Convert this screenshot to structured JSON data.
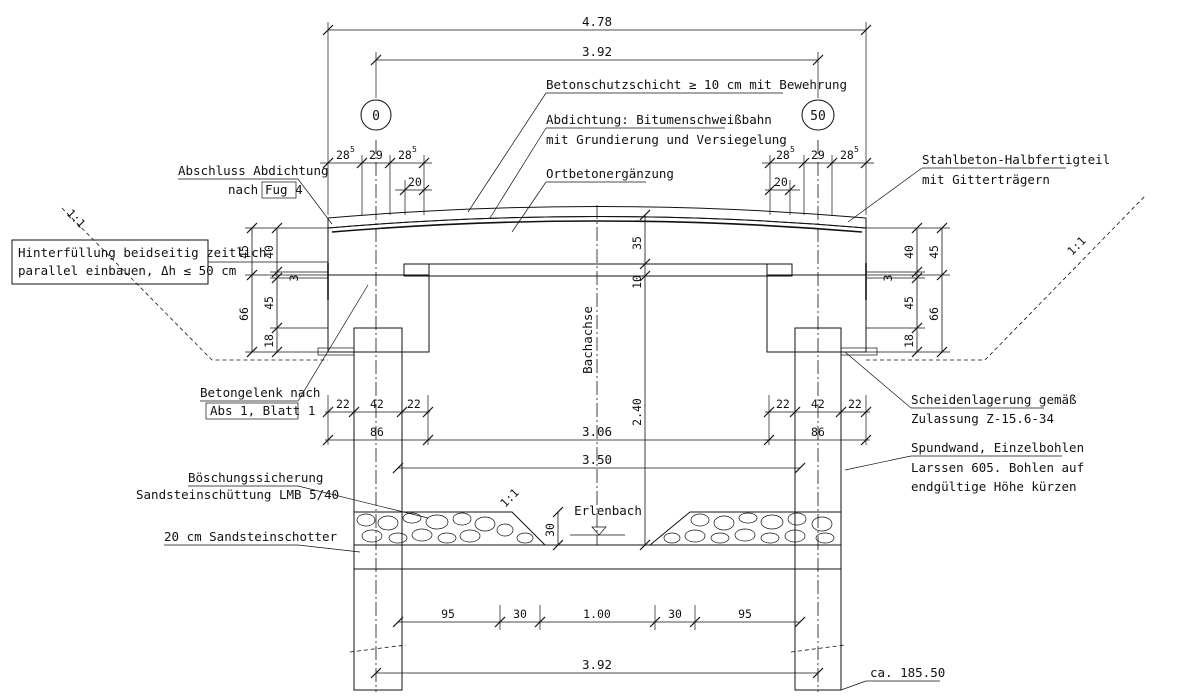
{
  "dimensions": {
    "overall_width": "4.78",
    "span": "3.92",
    "abutment_left": [
      "28",
      "29",
      "28"
    ],
    "abutment_right": [
      "28",
      "29",
      "28"
    ],
    "superscript": "5",
    "bearing_offset": "20",
    "left_heights": [
      "45",
      "40",
      "3",
      "45",
      "66",
      "18"
    ],
    "right_heights": [
      "40",
      "45",
      "3",
      "45",
      "66",
      "18"
    ],
    "slab_thickness": "35",
    "precast_thickness": "10",
    "clear_height": "2.40",
    "sheet_pile_parts": [
      "22",
      "42",
      "22"
    ],
    "sheet_pile_total": "86",
    "clear_span": "3.06",
    "pile_axis_span": "3.50",
    "channel_parts": [
      "95",
      "30",
      "1.00",
      "30",
      "95"
    ],
    "channel_depth": "30",
    "bottom_span": "3.92"
  },
  "axes": {
    "left_axis": "0",
    "right_axis": "50",
    "center_axis": "Bachachse"
  },
  "annotations": {
    "protective_layer": "Betonschutzschicht ≥ 10 cm mit Bewehrung",
    "waterproofing_1": "Abdichtung: Bitumenschweißbahn",
    "waterproofing_2": "mit Grundierung und Versiegelung",
    "in_situ": "Ortbetonergänzung",
    "seal_end_1": "Abschluss Abdichtung",
    "seal_end_2": "nach",
    "seal_end_ref": "Fug 4",
    "precast_1": "Stahlbeton-Halbfertigteil",
    "precast_2": "mit Gitterträgern",
    "backfill_1": "Hinterfüllung beidseitig zeitlich",
    "backfill_2": "parallel einbauen, Δh ≤ 50 cm",
    "joint_1": "Betongelenk nach",
    "joint_ref": "Abs 1, Blatt 1",
    "bearing_1": "Scheidenlagerung gemäß",
    "bearing_2": "Zulassung Z-15.6-34",
    "sheetpile_1": "Spundwand, Einzelbohlen",
    "sheetpile_2": "Larssen 605. Bohlen auf",
    "sheetpile_3": "endgültige Höhe kürzen",
    "slope_protection_1": "Böschungssicherung",
    "slope_protection_2": "Sandsteinschüttung LMB 5/40",
    "gravel": "20 cm Sandsteinschotter",
    "stream": "Erlenbach",
    "slope_ratio": "1:1",
    "elevation": "ca. 185.50"
  }
}
